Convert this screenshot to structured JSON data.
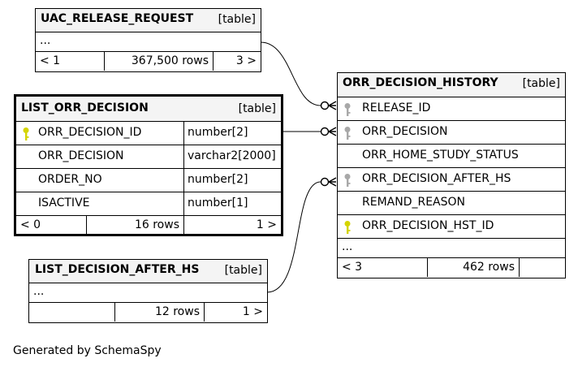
{
  "tables": {
    "uac_release_request": {
      "name": "UAC_RELEASE_REQUEST",
      "kind": "[table]",
      "more": "...",
      "footer": {
        "left": "< 1",
        "rows": "367,500 rows",
        "right": "3 >"
      }
    },
    "list_orr_decision": {
      "name": "LIST_ORR_DECISION",
      "kind": "[table]",
      "columns": [
        {
          "name": "ORR_DECISION_ID",
          "type": "number[2]",
          "key": "primary-key"
        },
        {
          "name": "ORR_DECISION",
          "type": "varchar2[2000]",
          "key": ""
        },
        {
          "name": "ORDER_NO",
          "type": "number[2]",
          "key": ""
        },
        {
          "name": "ISACTIVE",
          "type": "number[1]",
          "key": ""
        }
      ],
      "footer": {
        "left": "< 0",
        "rows": "16 rows",
        "right": "1 >"
      }
    },
    "orr_decision_history": {
      "name": "ORR_DECISION_HISTORY",
      "kind": "[table]",
      "columns": [
        {
          "name": "RELEASE_ID",
          "key": "foreign-key"
        },
        {
          "name": "ORR_DECISION",
          "key": "foreign-key"
        },
        {
          "name": "ORR_HOME_STUDY_STATUS",
          "key": ""
        },
        {
          "name": "ORR_DECISION_AFTER_HS",
          "key": "foreign-key"
        },
        {
          "name": "REMAND_REASON",
          "key": ""
        },
        {
          "name": "ORR_DECISION_HST_ID",
          "key": "primary-key"
        }
      ],
      "more": "...",
      "footer": {
        "left": "< 3",
        "rows": "462 rows",
        "right": ""
      }
    },
    "list_decision_after_hs": {
      "name": "LIST_DECISION_AFTER_HS",
      "kind": "[table]",
      "more": "...",
      "footer": {
        "left": "",
        "rows": "12 rows",
        "right": "1 >"
      }
    }
  },
  "generated_by": "Generated by SchemaSpy",
  "colors": {
    "primary_key": "#d4d400",
    "foreign_key": "#a8a8a8",
    "header_bg": "#f4f4f4"
  }
}
